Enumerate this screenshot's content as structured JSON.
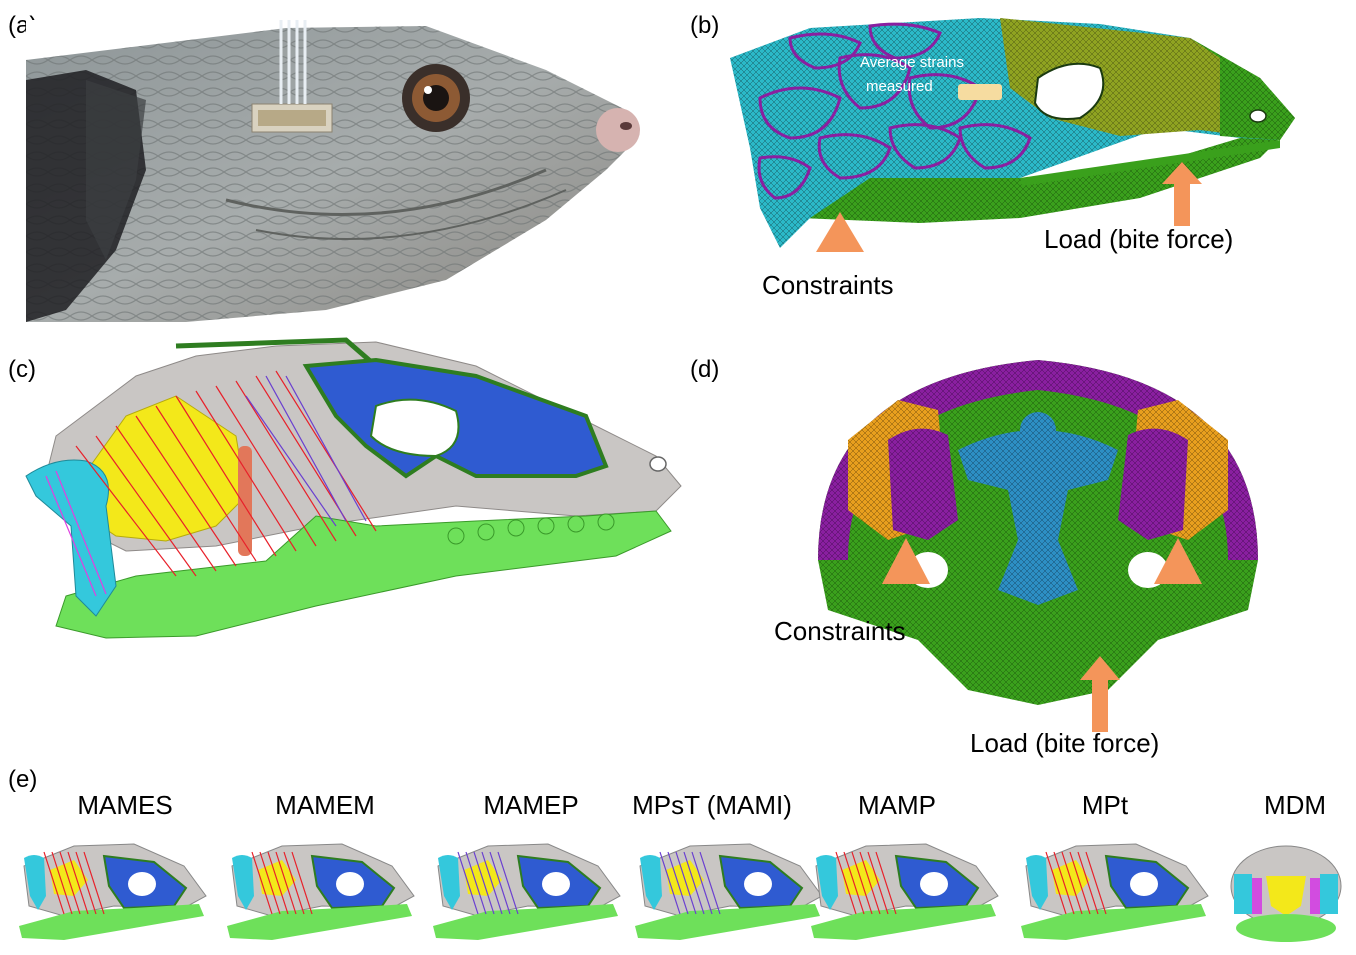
{
  "panels": {
    "a": {
      "label": "(a)"
    },
    "b": {
      "label": "(b)",
      "strain_note": "Average strains measured",
      "strain_note_line1": "Average strains",
      "strain_note_line2": "measured",
      "constraints": "Constraints",
      "load": "Load (bite force)"
    },
    "c": {
      "label": "(c)"
    },
    "d": {
      "label": "(d)",
      "constraints": "Constraints",
      "load": "Load (bite force)"
    },
    "e": {
      "label": "(e)",
      "muscles": [
        "MAMES",
        "MAMEM",
        "MAMEP",
        "MPsT (MAMI)",
        "MAMP",
        "MPt",
        "MDM"
      ]
    }
  },
  "colors": {
    "arrow": "#f4955a",
    "mesh_cyan": "#2bb9c8",
    "mesh_green": "#3aa01c",
    "mesh_olive": "#8fa321",
    "mesh_purple": "#8a1fa0",
    "mesh_orange": "#e89f1e",
    "mesh_blue": "#2d8fc4",
    "bone_grey": "#c9c6c4",
    "patch_blue": "#2f5bd1",
    "jaw_green": "#6ee05a",
    "muscle_yellow": "#f3e81a",
    "muscle_cyan": "#34c8dc",
    "fiber_red": "#e8202a",
    "fiber_purple": "#6a3fd0"
  }
}
